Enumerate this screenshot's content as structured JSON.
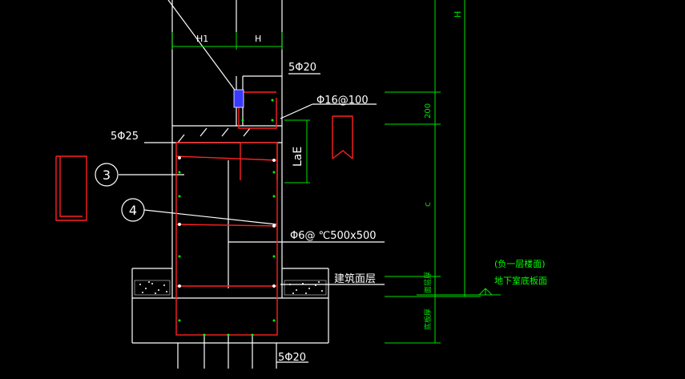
{
  "colors": {
    "background": "#000000",
    "structure": "#ffffff",
    "rebar": "#ff2020",
    "dimension": "#00e000",
    "annotation_green": "#00ff00",
    "hatch_blue": "#5050ff"
  },
  "labels": {
    "top_dims": [
      "H1",
      "H"
    ],
    "bar_top": "5Φ20",
    "stirrup_top": "Φ16@100",
    "bar_main": "5Φ25",
    "anchorage": "LaE",
    "stirrup_main": "Φ6@ ℃500x500",
    "finish_layer": "建筑面层",
    "bar_bottom": "5Φ20",
    "callout_3": "3",
    "callout_4": "4",
    "dim_200": "200",
    "dim_c": "c",
    "dim_H": "H",
    "dim_finish": "面层厚",
    "dim_slab": "底板厚",
    "level_note_1": "(负一层楼面)",
    "level_note_2": "地下室底板面"
  }
}
